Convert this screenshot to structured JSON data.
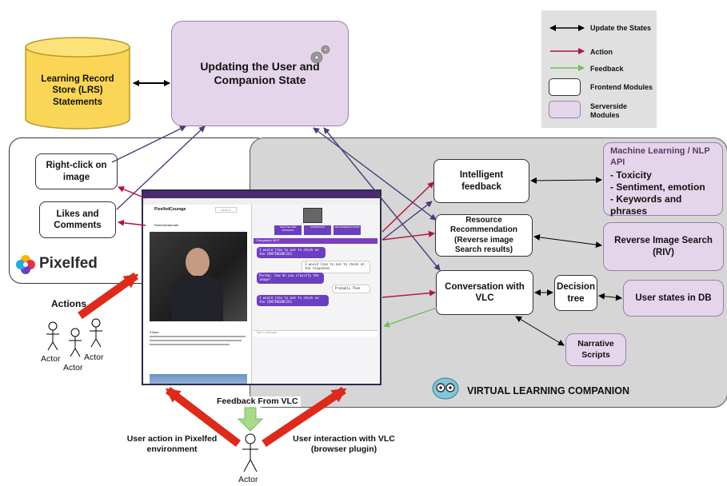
{
  "legend": {
    "update_states": "Update the States",
    "action": "Action",
    "feedback": "Feedback",
    "frontend": "Frontend Modules",
    "serverside": "Serverside Modules"
  },
  "colors": {
    "action": "#b0133f",
    "feedback": "#6fbf5a",
    "update": "#4b3a7a",
    "serverside_fill": "#e5d5ea",
    "vlc_region": "#d6d6d6",
    "big_arrow": "#dd2a1b"
  },
  "lrs": {
    "label": "Learning Record Store (LRS) Statements"
  },
  "update_state": {
    "label": "Updating the User and Companion State",
    "icon": "gears-icon"
  },
  "pixelfed": {
    "brand": "Pixelfed",
    "right_click": "Right-click on image",
    "likes": "Likes and Comments"
  },
  "vlc": {
    "intelligent_feedback": "Intelligent feedback",
    "resource_rec": "Resource Recommendation (Reverse image Search results)",
    "conversation": "Conversation with VLC",
    "decision_tree": "Decision tree",
    "narrative": "Narrative Scripts",
    "ml_api_title": "Machine Learning / NLP API",
    "ml_api_items": [
      "- Toxicity",
      "- Sentiment, emotion",
      "- Keywords and phrases"
    ],
    "riv": "Reverse Image Search (RIV)",
    "user_states": "User states in DB",
    "title": "VIRTUAL LEARNING COMPANION"
  },
  "actors": {
    "actions_label": "Actions",
    "actor": "Actor",
    "feedback_from_vlc": "Feedback From VLC",
    "user_action_pixelfed": "User action in Pixelfed environment",
    "user_interaction_vlc": "User interaction with VLC (browser plugin)"
  },
  "screenshot": {
    "app_name": "PixelfedCourage",
    "search": "Search",
    "username": "RubenDeahmale",
    "chat_header": "Companion BOT",
    "chat_buttons": [
      "ANALYSE AND OPINIONS",
      "COMPANION",
      "RECOMMENDATIONS"
    ],
    "chat_msg1": "I would like to ask to check on the responses",
    "chat_msg2": "Pardon, how do you classify the image?",
    "chat_msg3": "Probably Then",
    "chat_msg4": "I would like to ask to check on the CONTINGENCIES",
    "type_placeholder": "Type a message...",
    "likes_count": "3 likes"
  }
}
